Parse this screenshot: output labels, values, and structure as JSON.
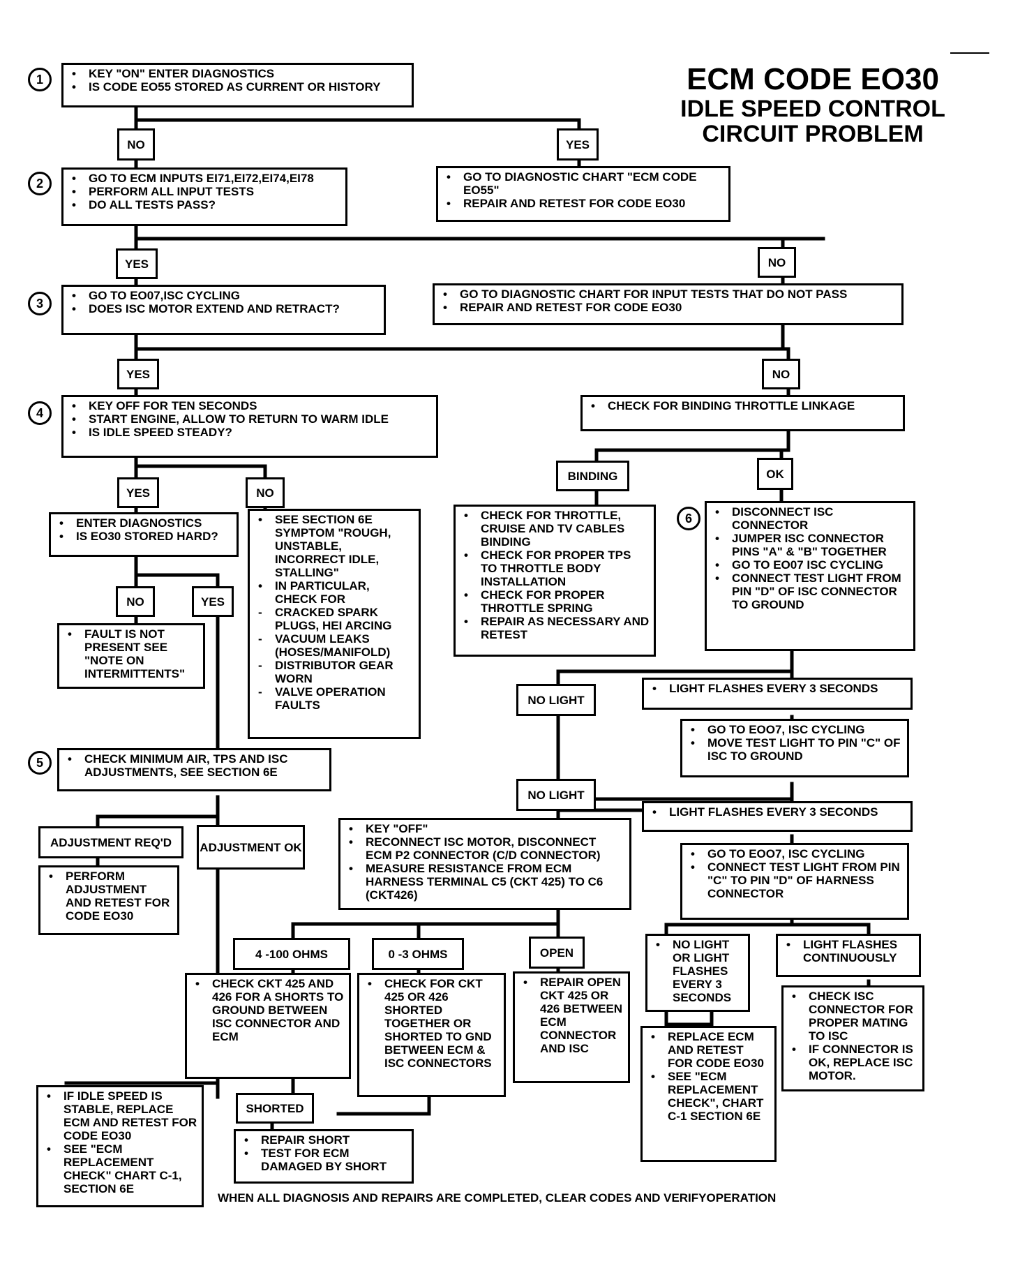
{
  "title": {
    "line1": "ECM CODE EO30",
    "line2": "IDLE SPEED CONTROL",
    "line3": "CIRCUIT PROBLEM"
  },
  "steps": {
    "s1": "1",
    "s2": "2",
    "s3": "3",
    "s4": "4",
    "s5": "5",
    "s6": "6"
  },
  "boxes": {
    "b1": [
      "KEY \"ON\" ENTER DIAGNOSTICS",
      "IS CODE EO55 STORED AS CURRENT OR HISTORY"
    ],
    "b1yes": [
      "GO TO DIAGNOSTIC CHART \"ECM CODE EO55\"",
      "REPAIR AND RETEST FOR CODE EO30"
    ],
    "b2": [
      "GO TO ECM INPUTS EI71,EI72,EI74,EI78",
      "PERFORM ALL INPUT TESTS",
      "DO ALL TESTS PASS?"
    ],
    "b2no": [
      "GO TO DIAGNOSTIC CHART FOR INPUT TESTS THAT DO NOT PASS",
      "REPAIR AND RETEST FOR CODE EO30"
    ],
    "b3": [
      "GO TO EO07,ISC CYCLING",
      "DOES ISC MOTOR EXTEND AND RETRACT?"
    ],
    "b4": [
      "KEY OFF FOR TEN SECONDS",
      "START ENGINE, ALLOW TO RETURN TO WARM IDLE",
      "IS IDLE SPEED STEADY?"
    ],
    "bind": [
      "CHECK FOR BINDING THROTTLE LINKAGE"
    ],
    "b4yes": [
      "ENTER DIAGNOSTICS",
      "IS EO30 STORED HARD?"
    ],
    "b4no": [
      {
        "m": "•",
        "t": "SEE SECTION 6E SYMPTOM \"ROUGH, UNSTABLE, INCORRECT IDLE, STALLING\""
      },
      {
        "m": "•",
        "t": "IN PARTICULAR, CHECK FOR"
      },
      {
        "m": "-",
        "t": "CRACKED SPARK PLUGS, HEI ARCING"
      },
      {
        "m": "-",
        "t": "VACUUM LEAKS (HOSES/MANIFOLD)"
      },
      {
        "m": "-",
        "t": "DISTRIBUTOR GEAR WORN"
      },
      {
        "m": "-",
        "t": "VALVE OPERATION FAULTS"
      }
    ],
    "binding": [
      "CHECK FOR THROTTLE, CRUISE AND TV CABLES BINDING",
      "CHECK FOR PROPER TPS TO THROTTLE BODY INSTALLATION",
      "CHECK FOR PROPER THROTTLE SPRING",
      "REPAIR AS NECESSARY AND RETEST"
    ],
    "b6": [
      "DISCONNECT ISC CONNECTOR",
      "JUMPER ISC CONNECTOR PINS \"A\" & \"B\" TOGETHER",
      "GO TO EO07 ISC CYCLING",
      "CONNECT TEST LIGHT FROM PIN \"D\" OF ISC CONNECTOR TO GROUND"
    ],
    "fault": [
      "FAULT IS NOT PRESENT SEE \"NOTE ON INTERMITTENTS\""
    ],
    "flash1": [
      "LIGHT FLASHES EVERY 3 SECONDS"
    ],
    "goto1": [
      "GO TO EOO7, ISC CYCLING",
      "MOVE TEST LIGHT TO PIN \"C\" OF ISC TO GROUND"
    ],
    "b5": [
      "CHECK MINIMUM AIR, TPS AND ISC ADJUSTMENTS, SEE SECTION 6E"
    ],
    "flash2": [
      "LIGHT FLASHES EVERY 3 SECONDS"
    ],
    "keyoff": [
      "KEY \"OFF\"",
      "RECONNECT ISC MOTOR, DISCONNECT ECM P2 CONNECTOR (C/D CONNECTOR)",
      "MEASURE RESISTANCE FROM ECM HARNESS TERMINAL C5 (CKT 425) TO C6 (CKT426)"
    ],
    "goto2": [
      "GO TO EOO7, ISC CYCLING",
      "CONNECT TEST LIGHT FROM PIN \"C\" TO PIN \"D\" OF HARNESS CONNECTOR"
    ],
    "perform": [
      "PERFORM ADJUSTMENT AND RETEST FOR CODE EO30"
    ],
    "ckt4100": [
      "CHECK CKT 425 AND 426 FOR A SHORTS TO GROUND BETWEEN ISC CONNECTOR AND ECM"
    ],
    "ckt03": [
      "CHECK FOR CKT 425 OR 426 SHORTED TOGETHER OR SHORTED TO GND BETWEEN ECM & ISC CONNECTORS"
    ],
    "open": [
      "REPAIR OPEN CKT 425 OR 426 BETWEEN ECM CONNECTOR AND ISC"
    ],
    "nolightor": [
      "NO LIGHT OR LIGHT FLASHES EVERY 3 SECONDS"
    ],
    "flashcont": [
      "LIGHT FLASHES CONTINUOUSLY"
    ],
    "replaceecm": [
      "REPLACE ECM AND RETEST FOR CODE EO30",
      "SEE \"ECM REPLACEMENT CHECK\", CHART C-1 SECTION 6E"
    ],
    "checkisc": [
      "CHECK ISC CONNECTOR FOR PROPER MATING TO ISC",
      "IF CONNECTOR IS OK, REPLACE ISC MOTOR."
    ],
    "idlestable": [
      "IF IDLE SPEED IS STABLE, REPLACE ECM AND RETEST FOR CODE EO30",
      "SEE \"ECM REPLACEMENT CHECK\" CHART C-1, SECTION 6E"
    ],
    "repairshort": [
      "REPAIR SHORT",
      "TEST FOR ECM DAMAGED BY SHORT"
    ]
  },
  "labels": {
    "no1": "NO",
    "yes1": "YES",
    "yes2": "YES",
    "no2": "NO",
    "yes3": "YES",
    "no3": "NO",
    "yes4": "YES",
    "no4": "NO",
    "binding": "BINDING",
    "ok": "OK",
    "no5": "NO",
    "yes5": "YES",
    "nolight1": "NO LIGHT",
    "nolight2": "NO LIGHT",
    "adjreq": "ADJUSTMENT REQ'D",
    "adjok": "ADJUSTMENT OK",
    "ohms4100": "4 -100 OHMS",
    "ohms03": "0 -3 OHMS",
    "open": "OPEN",
    "shorted": "SHORTED"
  },
  "footer": "WHEN ALL DIAGNOSIS AND REPAIRS ARE COMPLETED, CLEAR CODES AND VERIFYOPERATION"
}
